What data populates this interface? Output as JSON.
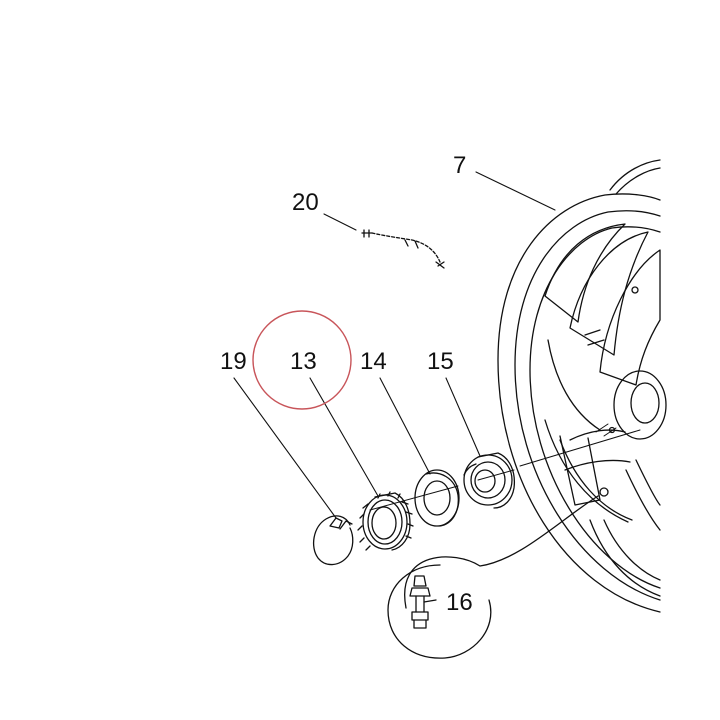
{
  "callouts": {
    "c7": "7",
    "c20": "20",
    "c19": "19",
    "c13": "13",
    "c14": "14",
    "c15": "15",
    "c16": "16"
  },
  "colors": {
    "line": "#111111",
    "highlight": "#c8555a",
    "background": "#ffffff"
  },
  "highlighted_callout": "13"
}
